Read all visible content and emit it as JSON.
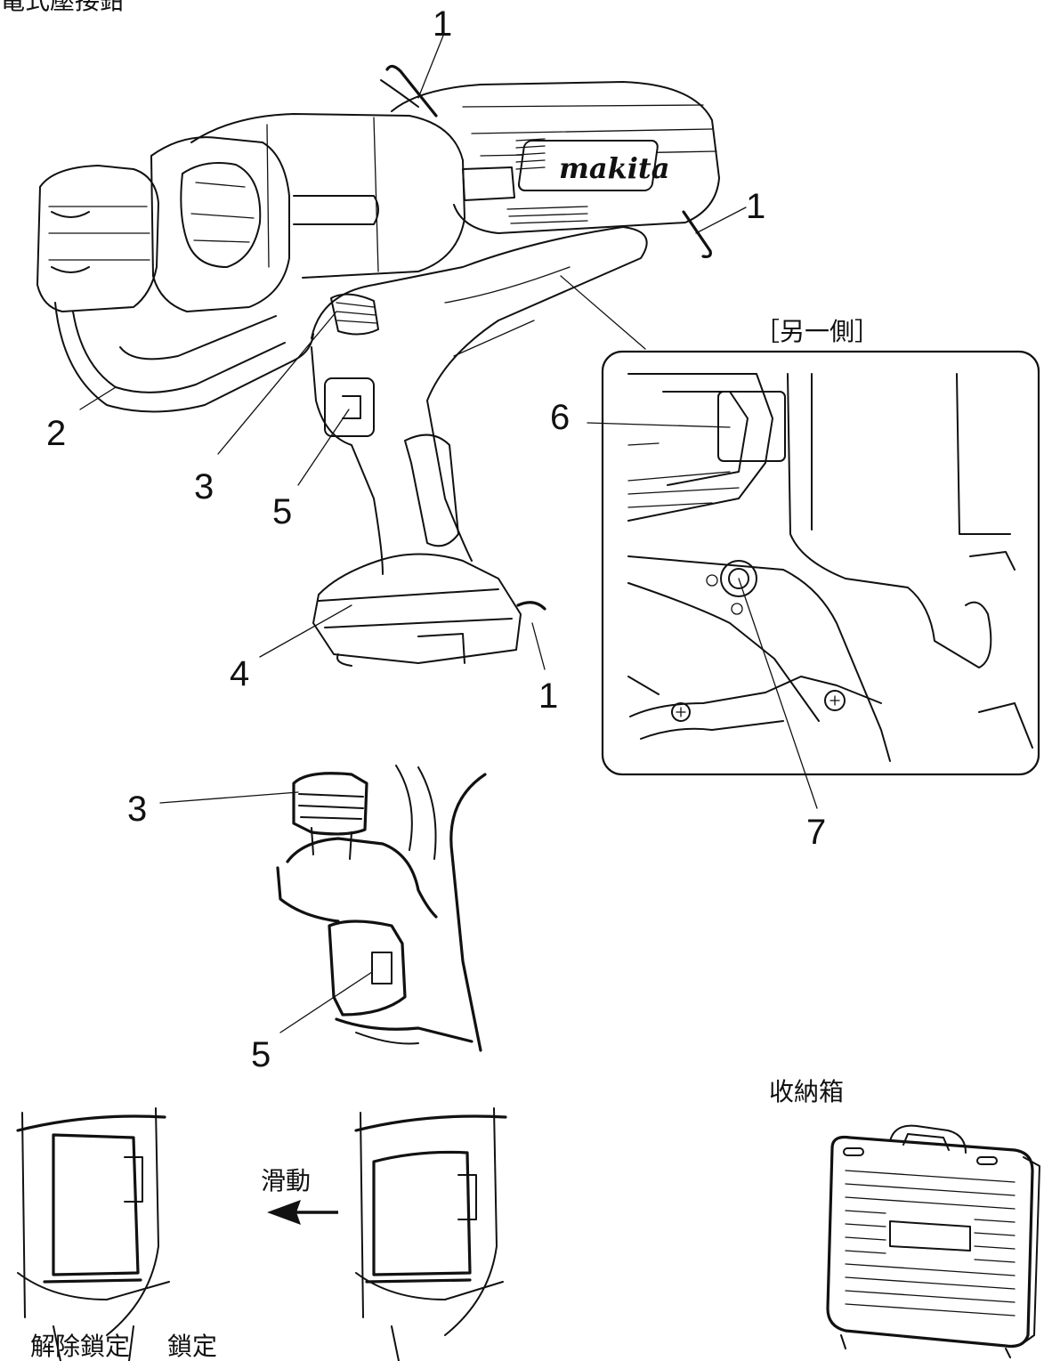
{
  "header": {
    "title": "充電式壓接鉗"
  },
  "main_figure": {
    "brand": "makita",
    "callouts": {
      "1": "1",
      "2": "2",
      "3": "3",
      "4": "4",
      "5": "5"
    }
  },
  "inset": {
    "title": "［另一側］",
    "callouts": {
      "6": "6",
      "7": "7"
    }
  },
  "detail": {
    "callouts": {
      "3": "3",
      "5": "5"
    }
  },
  "lock_figure": {
    "slide_label": "滑動",
    "unlock_label": "解除鎖定",
    "lock_label": "鎖定"
  },
  "case_figure": {
    "label": "收納箱"
  }
}
